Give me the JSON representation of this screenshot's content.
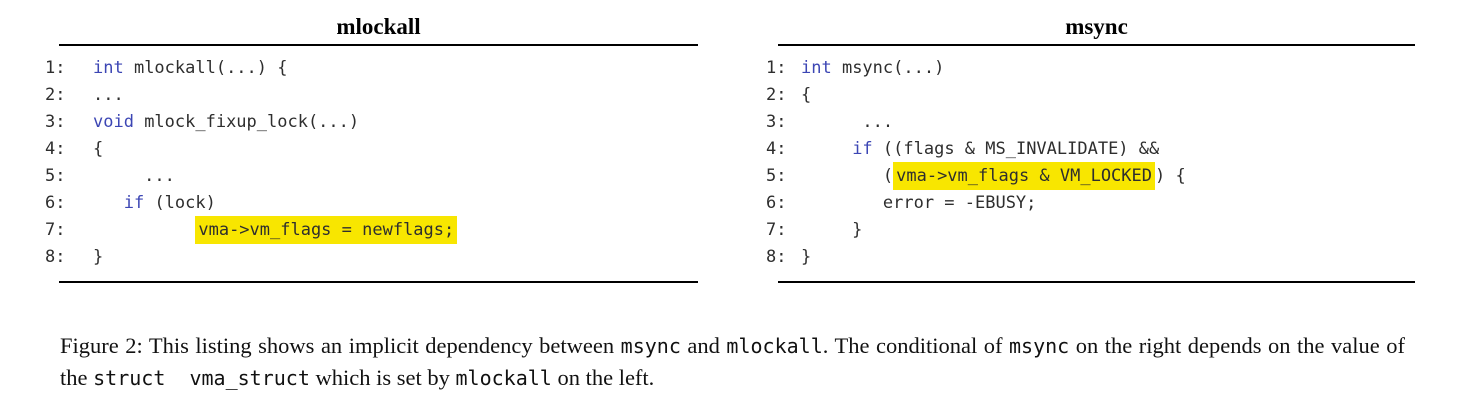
{
  "colors": {
    "keyword_blue": "#3c46b4",
    "highlight_yellow": "#f8e600",
    "code_text": "#2e2e2e",
    "rule_black": "#000000",
    "caption_text": "#111111",
    "background": "#ffffff"
  },
  "panels": [
    {
      "title": "mlockall",
      "lines": [
        {
          "num": "1:",
          "segments": [
            {
              "type": "keyword",
              "text": "int"
            },
            {
              "type": "plain",
              "text": " mlockall(...) {"
            }
          ]
        },
        {
          "num": "2:",
          "segments": [
            {
              "type": "plain",
              "text": "..."
            }
          ]
        },
        {
          "num": "3:",
          "segments": [
            {
              "type": "keyword",
              "text": "void"
            },
            {
              "type": "plain",
              "text": " mlock_fixup_lock(...)"
            }
          ]
        },
        {
          "num": "4:",
          "segments": [
            {
              "type": "plain",
              "text": "{"
            }
          ]
        },
        {
          "num": "5:",
          "segments": [
            {
              "type": "plain",
              "text": "     ..."
            }
          ]
        },
        {
          "num": "6:",
          "segments": [
            {
              "type": "plain",
              "text": "   "
            },
            {
              "type": "keyword",
              "text": "if"
            },
            {
              "type": "plain",
              "text": " (lock)"
            }
          ]
        },
        {
          "num": "7:",
          "segments": [
            {
              "type": "plain",
              "text": "          "
            },
            {
              "type": "highlight",
              "text": "vma->vm_flags = newflags;"
            }
          ]
        },
        {
          "num": "8:",
          "segments": [
            {
              "type": "plain",
              "text": "}"
            }
          ]
        }
      ]
    },
    {
      "title": "msync",
      "lines": [
        {
          "num": "1:",
          "segments": [
            {
              "type": "keyword",
              "text": "int"
            },
            {
              "type": "plain",
              "text": " msync(...)"
            }
          ]
        },
        {
          "num": "2:",
          "segments": [
            {
              "type": "plain",
              "text": "{"
            }
          ]
        },
        {
          "num": "3:",
          "segments": [
            {
              "type": "plain",
              "text": "      ..."
            }
          ]
        },
        {
          "num": "4:",
          "segments": [
            {
              "type": "plain",
              "text": "     "
            },
            {
              "type": "keyword",
              "text": "if"
            },
            {
              "type": "plain",
              "text": " ((flags & MS_INVALIDATE) &&"
            }
          ]
        },
        {
          "num": "5:",
          "segments": [
            {
              "type": "plain",
              "text": "        ("
            },
            {
              "type": "highlight",
              "text": "vma->vm_flags & VM_LOCKED"
            },
            {
              "type": "plain",
              "text": ") {"
            }
          ]
        },
        {
          "num": "6:",
          "segments": [
            {
              "type": "plain",
              "text": "        error = -EBUSY;"
            }
          ]
        },
        {
          "num": "7:",
          "segments": [
            {
              "type": "plain",
              "text": "     }"
            }
          ]
        },
        {
          "num": "8:",
          "segments": [
            {
              "type": "plain",
              "text": "}"
            }
          ]
        }
      ]
    }
  ],
  "caption": {
    "segments": [
      {
        "font": "serif",
        "text": "Figure 2: This listing shows an implicit dependency between "
      },
      {
        "font": "mono",
        "text": "msync"
      },
      {
        "font": "serif",
        "text": " and "
      },
      {
        "font": "mono",
        "text": "mlockall"
      },
      {
        "font": "serif",
        "text": ". The conditional of "
      },
      {
        "font": "mono",
        "text": "msync"
      },
      {
        "font": "serif",
        "text": " on the right depends on the value of the "
      },
      {
        "font": "mono",
        "text": "struct  vma_struct"
      },
      {
        "font": "serif",
        "text": " which is set by "
      },
      {
        "font": "mono",
        "text": "mlockall"
      },
      {
        "font": "serif",
        "text": " on the left."
      }
    ]
  }
}
